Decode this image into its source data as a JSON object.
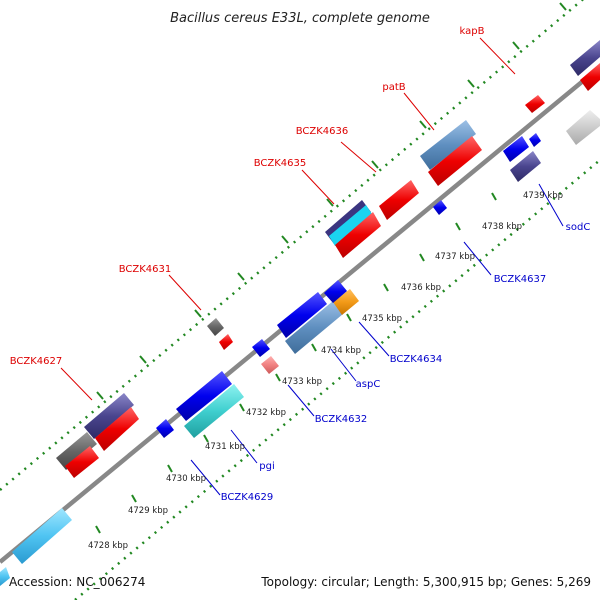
{
  "title": "Bacillus cereus E33L, complete genome",
  "footer": {
    "accession": "Accession: NC_006274",
    "topology": "Topology: circular; Length: 5,300,915 bp; Genes: 5,269"
  },
  "colors": {
    "forward_label": "#dd0000",
    "reverse_label": "#0000cc",
    "backbone": "#888888",
    "dots": "#228822"
  },
  "scale_labels": [
    "4728 kbp",
    "4729 kbp",
    "4730 kbp",
    "4731 kbp",
    "4732 kbp",
    "4733 kbp",
    "4734 kbp",
    "4735 kbp",
    "4736 kbp",
    "4737 kbp",
    "4738 kbp",
    "4739 kbp"
  ],
  "gene_labels_upper": [
    "kapB",
    "patB",
    "BCZK4636",
    "BCZK4635",
    "BCZK4631",
    "BCZK4627"
  ],
  "gene_labels_lower": [
    "sodC",
    "BCZK4637",
    "BCZK4634",
    "aspC",
    "BCZK4632",
    "pgi",
    "BCZK4629"
  ]
}
